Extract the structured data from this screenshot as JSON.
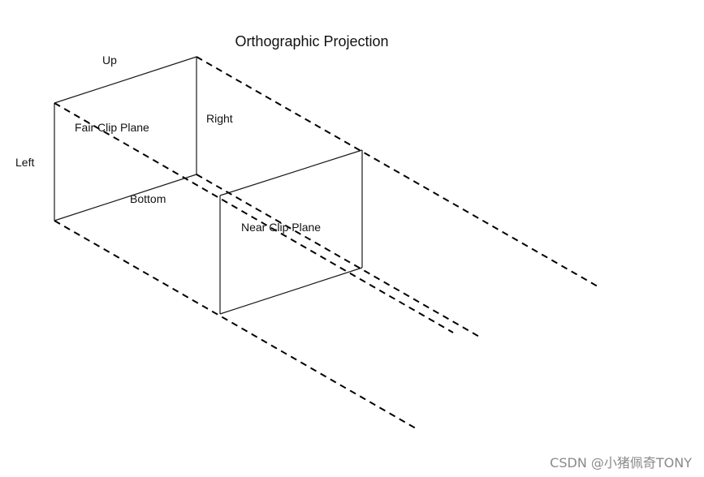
{
  "diagram": {
    "title": "Orthographic Projection",
    "labels": {
      "up": "Up",
      "right": "Right",
      "left": "Left",
      "bottom": "Bottom",
      "far_clip_plane": "Fair Clip Plane",
      "near_clip_plane": "Near Clip Plane"
    }
  },
  "watermark": "CSDN @小猪佩奇TONY"
}
